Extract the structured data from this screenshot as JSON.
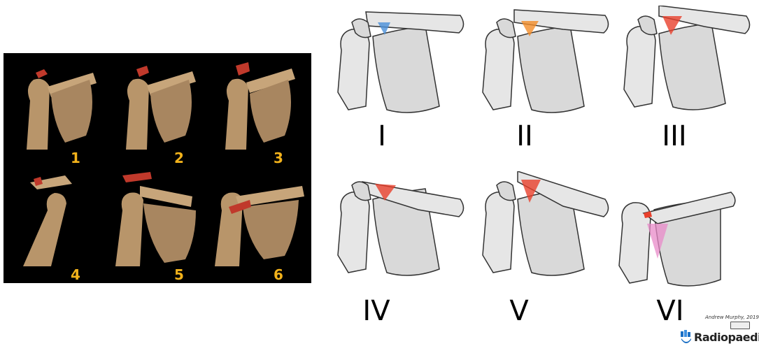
{
  "ct_panel": {
    "labels": [
      "1",
      "2",
      "3",
      "4",
      "5",
      "6"
    ],
    "label_color": "#f2b21b",
    "background": "#000000",
    "bone_color": "#b8956a",
    "injury_color": "#c0392b"
  },
  "diagrams": {
    "labels": [
      "I",
      "II",
      "III",
      "IV",
      "V",
      "VI"
    ],
    "injury_colors": [
      "#4a90d9",
      "#f28c28",
      "#e8402c",
      "#e8402c",
      "#e8402c",
      "#e8402c"
    ],
    "muscle_color": "#e88ac8",
    "bone_fill": "#d9d9d9"
  },
  "credit": {
    "author": "Andrew Murphy, 2019",
    "brand": "Radiopaedia",
    "license_icon": "cc-by-nc-sa-icon",
    "logo_icon": "radiopaedia-logo-icon"
  }
}
